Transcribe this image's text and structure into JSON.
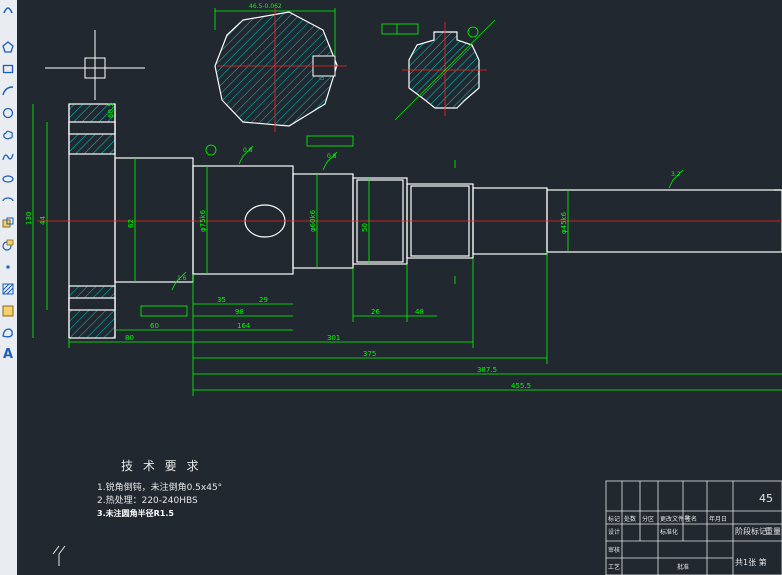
{
  "toolbar": {
    "tools": [
      {
        "name": "arc-tool-icon"
      },
      {
        "name": "polygon-tool-icon"
      },
      {
        "name": "rectangle-tool-icon"
      },
      {
        "name": "arc-3pt-tool-icon"
      },
      {
        "name": "circle-tool-icon"
      },
      {
        "name": "revcloud-tool-icon"
      },
      {
        "name": "spline-tool-icon"
      },
      {
        "name": "ellipse-tool-icon"
      },
      {
        "name": "ellipse-arc-tool-icon"
      },
      {
        "name": "insert-block-tool-icon"
      },
      {
        "name": "make-block-tool-icon"
      },
      {
        "name": "point-tool-icon"
      },
      {
        "name": "hatch-tool-icon"
      },
      {
        "name": "gradient-tool-icon"
      },
      {
        "name": "region-tool-icon"
      },
      {
        "name": "table-tool-icon"
      },
      {
        "name": "text-tool-icon",
        "label": "A"
      }
    ]
  },
  "drawing": {
    "colors": {
      "outline": "#ffffff",
      "dimension": "#00ff00",
      "centerline": "#ff2020",
      "hatch": "#00c8c8",
      "text": "#e6e6e6",
      "annotation": "#ffff00"
    },
    "top_section_dimension": "46.5-0.062",
    "left_section_dimension": "60.5",
    "dim_labels": {
      "d_left_small": "44",
      "d_left_large": "130",
      "d_journal": "62",
      "d_gear_hub": "φ75k6",
      "d_bearing": "φ60k6",
      "d_spline": "50",
      "d_end": "φ45k6",
      "len_60": "60",
      "len_35": "35",
      "len_98": "98",
      "len_29": "29",
      "len_164": "164",
      "len_80": "80",
      "len_26": "26",
      "len_48": "48",
      "len_301": "301",
      "len_375": "375",
      "len_387": "387.5",
      "len_total": "455.5",
      "surface_a": "1.6",
      "surface_b": "0.8",
      "surface_c": "3.2"
    },
    "tech_requirements": {
      "title": "技 术 要 求",
      "items": [
        "1.锐角倒钝，未注倒角0.5x45°",
        "2.热处理：220-240HBS",
        "3.未注圆角半径R1.5"
      ]
    },
    "title_block": {
      "material": "45",
      "headers": [
        "标记",
        "处数",
        "分区",
        "更改文件号",
        "签名",
        "年月日"
      ],
      "row2": [
        "设计",
        "",
        "标准化",
        "",
        "",
        ""
      ],
      "stage_label": "阶段标记",
      "weight_label": "重量",
      "sheet_label": "共1张 第",
      "review": "审核",
      "process": "工艺",
      "approve": "批准"
    }
  }
}
